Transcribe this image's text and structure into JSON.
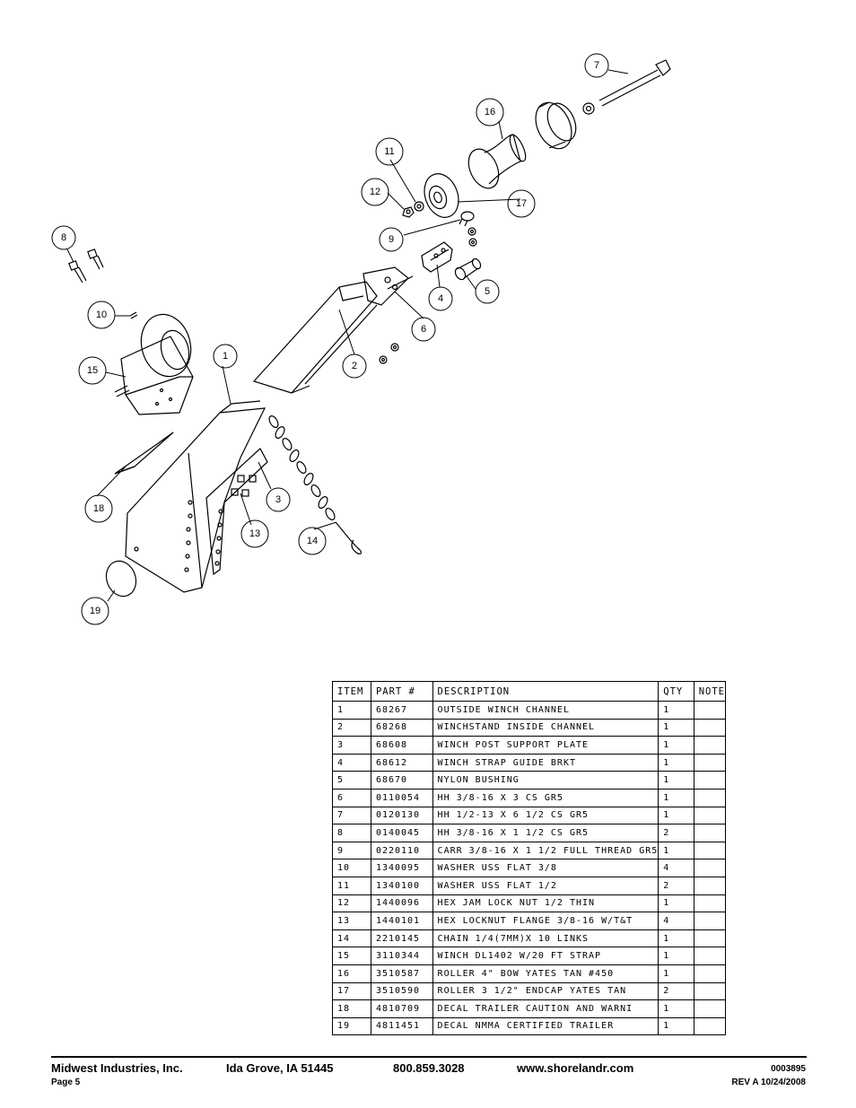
{
  "diagram": {
    "callouts": [
      "1",
      "2",
      "3",
      "4",
      "5",
      "6",
      "7",
      "8",
      "9",
      "10",
      "11",
      "12",
      "13",
      "14",
      "15",
      "16",
      "17",
      "18",
      "19"
    ]
  },
  "parts_table": {
    "headers": {
      "item": "ITEM",
      "part": "PART #",
      "description": "DESCRIPTION",
      "qty": "QTY",
      "note": "NOTE"
    },
    "rows": [
      {
        "item": "1",
        "part": "68267",
        "description": "OUTSIDE WINCH CHANNEL",
        "qty": "1",
        "note": ""
      },
      {
        "item": "2",
        "part": "68268",
        "description": "WINCHSTAND   INSIDE CHANNEL",
        "qty": "1",
        "note": ""
      },
      {
        "item": "3",
        "part": "68608",
        "description": "WINCH POST SUPPORT PLATE",
        "qty": "1",
        "note": ""
      },
      {
        "item": "4",
        "part": "68612",
        "description": "WINCH STRAP GUIDE BRKT",
        "qty": "1",
        "note": ""
      },
      {
        "item": "5",
        "part": "68670",
        "description": "NYLON BUSHING",
        "qty": "1",
        "note": ""
      },
      {
        "item": "6",
        "part": "0110054",
        "description": "HH 3/8-16 X 3 CS GR5",
        "qty": "1",
        "note": ""
      },
      {
        "item": "7",
        "part": "0120130",
        "description": "HH 1/2-13 X 6 1/2 CS GR5",
        "qty": "1",
        "note": ""
      },
      {
        "item": "8",
        "part": "0140045",
        "description": "HH 3/8-16 X 1 1/2 CS GR5",
        "qty": "2",
        "note": ""
      },
      {
        "item": "9",
        "part": "0220110",
        "description": "CARR 3/8-16 X 1 1/2 FULL THREAD GR5",
        "qty": "1",
        "note": ""
      },
      {
        "item": "10",
        "part": "1340095",
        "description": "WASHER USS FLAT 3/8",
        "qty": "4",
        "note": ""
      },
      {
        "item": "11",
        "part": "1340100",
        "description": "WASHER USS FLAT 1/2",
        "qty": "2",
        "note": ""
      },
      {
        "item": "12",
        "part": "1440096",
        "description": "HEX JAM LOCK NUT 1/2 THIN",
        "qty": "1",
        "note": ""
      },
      {
        "item": "13",
        "part": "1440101",
        "description": "HEX LOCKNUT FLANGE 3/8-16 W/T&T",
        "qty": "4",
        "note": ""
      },
      {
        "item": "14",
        "part": "2210145",
        "description": "CHAIN 1/4(7MM)X 10 LINKS",
        "qty": "1",
        "note": ""
      },
      {
        "item": "15",
        "part": "3110344",
        "description": "WINCH DL1402 W/20 FT STRAP",
        "qty": "1",
        "note": ""
      },
      {
        "item": "16",
        "part": "3510587",
        "description": "ROLLER 4\" BOW YATES TAN #450",
        "qty": "1",
        "note": ""
      },
      {
        "item": "17",
        "part": "3510590",
        "description": "ROLLER 3 1/2\" ENDCAP YATES TAN",
        "qty": "2",
        "note": ""
      },
      {
        "item": "18",
        "part": "4810709",
        "description": "DECAL TRAILER CAUTION AND WARNI",
        "qty": "1",
        "note": ""
      },
      {
        "item": "19",
        "part": "4811451",
        "description": " DECAL NMMA CERTIFIED TRAILER",
        "qty": "1",
        "note": ""
      }
    ]
  },
  "footer": {
    "company": "Midwest Industries, Inc.",
    "city": "Ida Grove, IA  51445",
    "phone": "800.859.3028",
    "website": "www.shorelandr.com",
    "doc_number": "0003895",
    "page": "Page 5",
    "revision": "REV A  10/24/2008"
  }
}
